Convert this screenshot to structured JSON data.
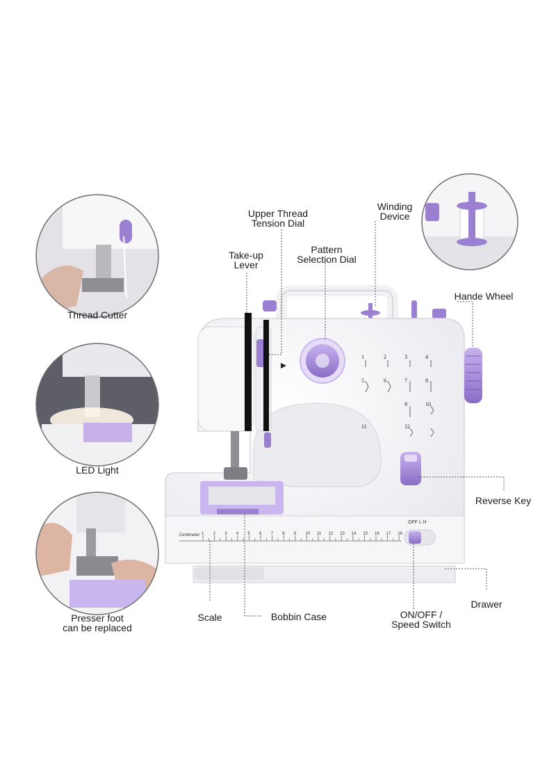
{
  "labels": {
    "thread_cutter": "Thread Cutter",
    "led_light": "LED Light",
    "presser_foot_l1": "Presser foot",
    "presser_foot_l2": "can be replaced",
    "upper_thread_l1": "Upper Thread",
    "upper_thread_l2": "Tension Dial",
    "take_up_l1": "Take-up",
    "take_up_l2": "Lever",
    "pattern_l1": "Pattern",
    "pattern_l2": "Selection Dial",
    "winding_l1": "Winding",
    "winding_l2": "Device",
    "hand_wheel": "Hande Wheel",
    "reverse_key": "Reverse Key",
    "drawer": "Drawer",
    "scale": "Scale",
    "bobbin_case": "Bobbin Case",
    "on_off_l1": "ON/OFF /",
    "on_off_l2": "Speed Switch"
  },
  "machine_markings": {
    "switch_positions": "OFF  L  H",
    "ruler_label": "Centimeter",
    "ruler_numbers": [
      "1",
      "2",
      "3",
      "4",
      "5",
      "6",
      "7",
      "8",
      "9",
      "10",
      "11",
      "12",
      "13",
      "14",
      "15",
      "16",
      "17",
      "18"
    ],
    "stitch_numbers": [
      "1",
      "2",
      "3",
      "4",
      "5",
      "6",
      "7",
      "8",
      "9",
      "10",
      "11",
      "12"
    ]
  },
  "colors": {
    "accent_purple": "#9b7fd0",
    "dark_purple": "#7a5cb8",
    "body_white": "#f6f6f8",
    "shadow_grey": "#d9d9de",
    "leader_line": "#555555"
  }
}
